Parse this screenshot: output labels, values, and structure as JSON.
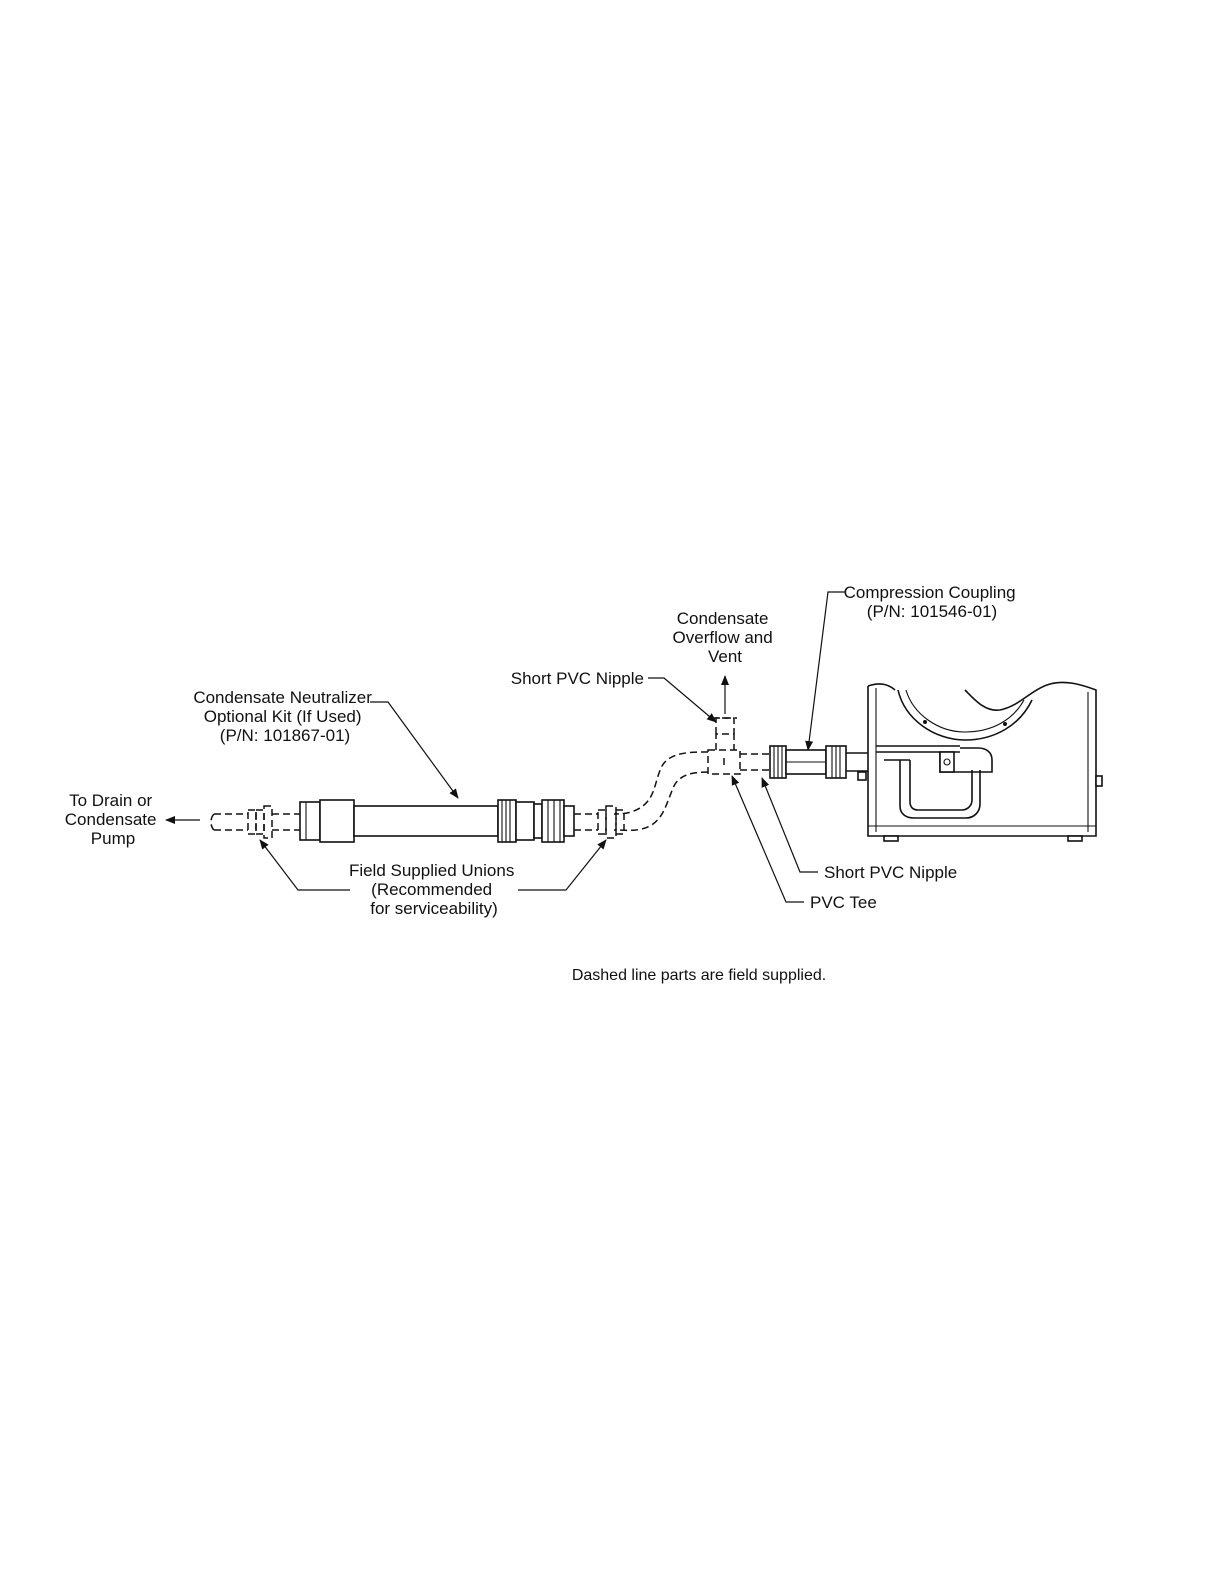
{
  "labels": {
    "to_drain": [
      "To Drain or",
      "Condensate",
      "Pump"
    ],
    "neutralizer": [
      "Condensate Neutralizer",
      "Optional Kit (If Used)",
      "(P/N: 101867-01)"
    ],
    "short_nipple_top": "Short PVC Nipple",
    "overflow": [
      "Condensate",
      "Overflow and",
      "Vent"
    ],
    "compression_coupling": [
      "Compression Coupling",
      "(P/N: 101546-01)"
    ],
    "field_unions": [
      "Field Supplied Unions",
      "(Recommended",
      "for serviceability)"
    ],
    "short_nipple_bottom": "Short PVC Nipple",
    "pvc_tee": "PVC Tee"
  },
  "note": "Dashed line parts are field supplied."
}
